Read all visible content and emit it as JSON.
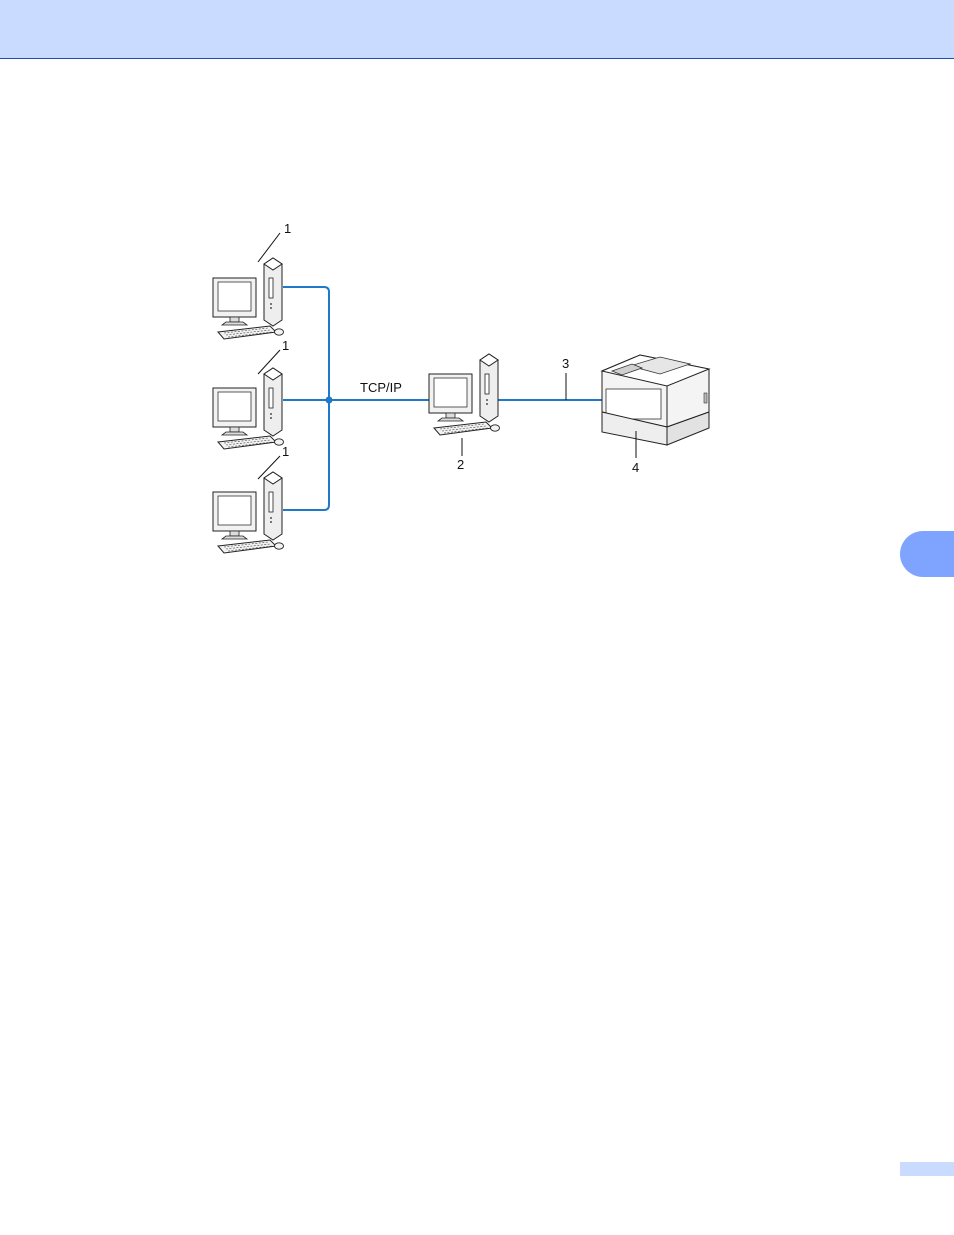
{
  "diagram": {
    "network_label": "TCP/IP",
    "callouts": {
      "client_pc": "1",
      "server_pc": "2",
      "connection": "3",
      "printer": "4"
    },
    "colors": {
      "link": "#1f78c8",
      "header_band": "#c9dcff",
      "chapter_tab": "#7fa4ff"
    }
  }
}
